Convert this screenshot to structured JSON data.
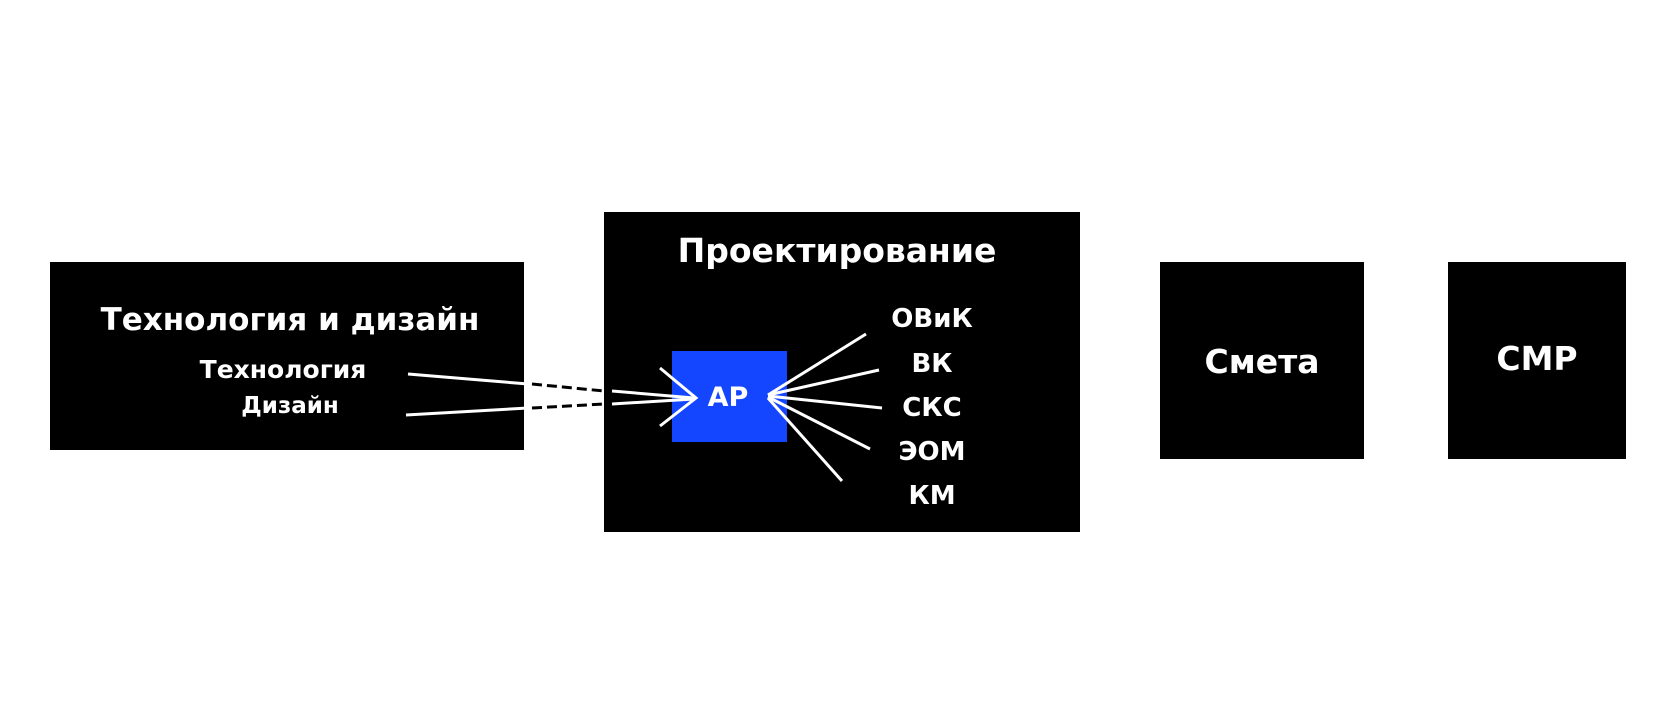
{
  "colors": {
    "background": "#ffffff",
    "box": "#000000",
    "accent": "#1446ff",
    "text": "#ffffff"
  },
  "tech_design": {
    "title": "Технология и дизайн",
    "items": [
      "Технология",
      "Дизайн"
    ]
  },
  "design_phase": {
    "title": "Проектирование",
    "center_label": "АР",
    "outputs": [
      "ОВиК",
      "ВК",
      "СКС",
      "ЭОМ",
      "КМ"
    ]
  },
  "estimate": {
    "label": "Смета"
  },
  "construction": {
    "label": "СМР"
  }
}
